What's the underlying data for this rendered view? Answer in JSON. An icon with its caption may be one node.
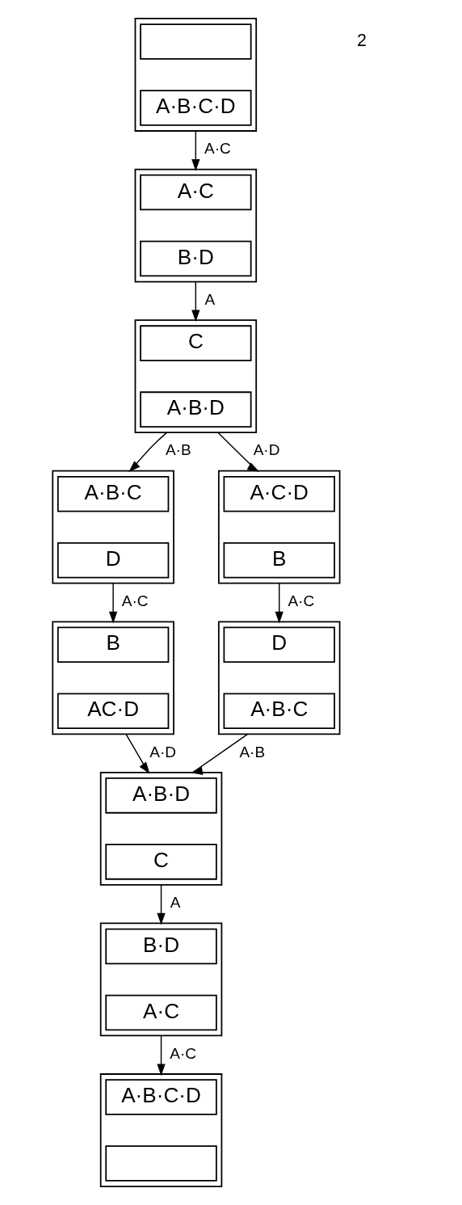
{
  "diagram": {
    "nodes": [
      {
        "text": [],
        "shape": "box"
      },
      {
        "text": [],
        "shape": "box",
        "in": 0
      },
      {
        "text": [
          "A·B·C·D"
        ],
        "in": 0
      },
      {
        "text": [],
        "shape": "box"
      },
      {
        "text": [
          "A·C"
        ],
        "in": 3
      },
      {
        "text": [
          "B·D"
        ],
        "in": 3
      },
      {
        "text": [],
        "shape": "box"
      },
      {
        "text": [
          "C"
        ],
        "in": 6
      },
      {
        "text": [
          "A·B·D"
        ],
        "in": 6
      },
      {
        "text": [],
        "shape": "box"
      },
      {
        "text": [
          "A·B·C"
        ],
        "in": 9
      },
      {
        "text": [
          "D"
        ],
        "in": 9
      },
      {
        "text": [],
        "shape": "box"
      },
      {
        "text": [
          "A·C·D"
        ],
        "in": 12
      },
      {
        "text": [
          "B"
        ],
        "in": 12
      },
      {
        "text": [],
        "shape": "box"
      },
      {
        "text": [
          "B"
        ],
        "in": 15
      },
      {
        "text": [
          "AC·D"
        ],
        "in": 15
      },
      {
        "text": [],
        "shape": "box"
      },
      {
        "text": [
          "D"
        ],
        "in": 18
      },
      {
        "text": [
          "A·B·C"
        ],
        "in": 18
      },
      {
        "text": [],
        "shape": "box"
      },
      {
        "text": [
          "A·B·D"
        ],
        "in": 21
      },
      {
        "text": [
          "C"
        ],
        "in": 21
      },
      {
        "text": [],
        "shape": "box"
      },
      {
        "text": [
          "B·D"
        ],
        "in": 24
      },
      {
        "text": [
          "A·C"
        ],
        "in": 24
      },
      {
        "text": [],
        "shape": "box"
      },
      {
        "text": [
          "A·B·C·D"
        ],
        "in": 27
      },
      {
        "text": [],
        "shape": "box",
        "in": 27
      }
    ],
    "edges": [
      {
        "from": 0,
        "to": 3,
        "arrow": "to",
        "label": "A·C"
      },
      {
        "from": 3,
        "to": 6,
        "arrow": "to",
        "label": "A"
      },
      {
        "from": 6,
        "to": 9,
        "arrow": "to",
        "label": "A·B"
      },
      {
        "from": 6,
        "to": 12,
        "arrow": "to",
        "label": "A·D"
      },
      {
        "from": 9,
        "to": 15,
        "arrow": "to",
        "label": "A·C"
      },
      {
        "from": 12,
        "to": 18,
        "arrow": "to",
        "label": "A·C"
      },
      {
        "from": 15,
        "to": 21,
        "arrow": "to",
        "label": "A·D"
      },
      {
        "from": 18,
        "to": 21,
        "arrow": "to",
        "label": "A·B"
      },
      {
        "from": 21,
        "to": 24,
        "arrow": "to",
        "label": "A"
      },
      {
        "from": 24,
        "to": 27,
        "arrow": "to",
        "label": "A·C"
      }
    ],
    "labels": [
      "2"
    ]
  }
}
